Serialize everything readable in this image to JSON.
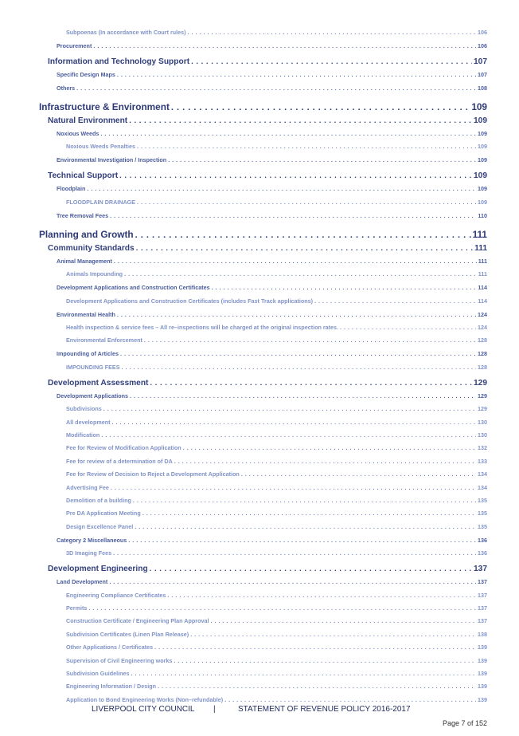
{
  "toc": [
    {
      "level": 4,
      "title": "Subpoenas (In accordance with Court rules)",
      "page": "106"
    },
    {
      "level": 3,
      "title": "Procurement",
      "page": "106"
    },
    {
      "level": 2,
      "title": "Information and Technology Support",
      "page": "107"
    },
    {
      "level": 3,
      "title": "Specific Design Maps",
      "page": "107"
    },
    {
      "level": 3,
      "title": "Others",
      "page": "108"
    },
    {
      "level": 1,
      "title": "Infrastructure & Environment",
      "page": "109"
    },
    {
      "level": 2,
      "title": "Natural Environment",
      "page": "109"
    },
    {
      "level": 3,
      "title": "Noxious Weeds",
      "page": "109"
    },
    {
      "level": 4,
      "title": "Noxious Weeds Penalties",
      "page": "109"
    },
    {
      "level": 3,
      "title": "Environmental Investigation / Inspection",
      "page": "109"
    },
    {
      "level": 2,
      "title": "Technical Support",
      "page": "109"
    },
    {
      "level": 3,
      "title": "Floodplain",
      "page": "109"
    },
    {
      "level": 4,
      "title": "FLOODPLAIN DRAINAGE",
      "page": "109"
    },
    {
      "level": 3,
      "title": "Tree Removal Fees",
      "page": "110"
    },
    {
      "level": 1,
      "title": "Planning and Growth",
      "page": "111"
    },
    {
      "level": 2,
      "title": "Community Standards",
      "page": "111"
    },
    {
      "level": 3,
      "title": "Animal Management",
      "page": "111"
    },
    {
      "level": 4,
      "title": "Animals Impounding",
      "page": "111"
    },
    {
      "level": 3,
      "title": "Development Applications and Construction Certificates",
      "page": "114"
    },
    {
      "level": 4,
      "title": "Development Applications and Construction Certificates (includes Fast Track applications)",
      "page": "114"
    },
    {
      "level": 3,
      "title": "Environmental Health",
      "page": "124"
    },
    {
      "level": 4,
      "title": "Health inspection & service fees – All re–inspections will be charged at the original inspection rates.",
      "page": "124"
    },
    {
      "level": 4,
      "title": "Environmental Enforcement",
      "page": "128"
    },
    {
      "level": 3,
      "title": "Impounding of Articles",
      "page": "128"
    },
    {
      "level": 4,
      "title": "IMPOUNDING FEES",
      "page": "128"
    },
    {
      "level": 2,
      "title": "Development Assessment",
      "page": "129"
    },
    {
      "level": 3,
      "title": "Development Applications",
      "page": "129"
    },
    {
      "level": 4,
      "title": "Subdivisions",
      "page": "129"
    },
    {
      "level": 4,
      "title": "All development",
      "page": "130"
    },
    {
      "level": 4,
      "title": "Modification",
      "page": "130"
    },
    {
      "level": 4,
      "title": "Fee for Review of Modification Application",
      "page": "132"
    },
    {
      "level": 4,
      "title": "Fee for review of a determination of DA",
      "page": "133"
    },
    {
      "level": 4,
      "title": "Fee for Review of Decision to Reject a Development Application",
      "page": "134"
    },
    {
      "level": 4,
      "title": "Advertising Fee",
      "page": "134"
    },
    {
      "level": 4,
      "title": "Demolition of a building",
      "page": "135"
    },
    {
      "level": 4,
      "title": "Pre DA Application Meeting",
      "page": "135"
    },
    {
      "level": 4,
      "title": "Design Excellence Panel",
      "page": "135"
    },
    {
      "level": 3,
      "title": "Category 2 Miscellaneous",
      "page": "136"
    },
    {
      "level": 4,
      "title": "3D Imaging Fees",
      "page": "136"
    },
    {
      "level": 2,
      "title": "Development Engineering",
      "page": "137"
    },
    {
      "level": 3,
      "title": "Land Development",
      "page": "137"
    },
    {
      "level": 4,
      "title": "Engineering Compliance Certificates",
      "page": "137"
    },
    {
      "level": 4,
      "title": "Permits",
      "page": "137"
    },
    {
      "level": 4,
      "title": "Construction Certificate / Engineering Plan Approval",
      "page": "137"
    },
    {
      "level": 4,
      "title": "Subdivision Certificates (Linen Plan Release)",
      "page": "138"
    },
    {
      "level": 4,
      "title": "Other Applications / Certificates",
      "page": "139"
    },
    {
      "level": 4,
      "title": "Supervision of Civil Engineering works",
      "page": "139"
    },
    {
      "level": 4,
      "title": "Subdivision Guidelines",
      "page": "139"
    },
    {
      "level": 4,
      "title": "Engineering Information / Design",
      "page": "139"
    },
    {
      "level": 4,
      "title": "Application to Bond Engineering Works (Non–refundable)",
      "page": "139"
    }
  ],
  "footer": {
    "org": "LIVERPOOL CITY COUNCIL",
    "separator": "|",
    "doc_title": "STATEMENT OF REVENUE POLICY 2016-2017",
    "page_label": "Page 7 of 152"
  }
}
